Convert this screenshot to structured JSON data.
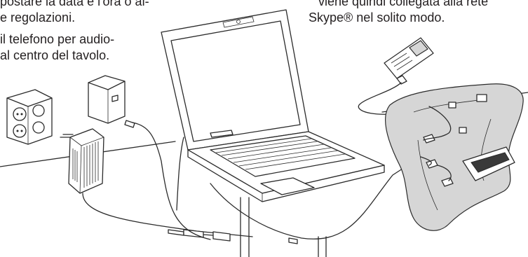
{
  "left_text": {
    "line1": "postare la data e l'ora o al-",
    "line2": "e regolazioni.",
    "line3": "il telefono per audio-",
    "line4": "al centro del tavolo."
  },
  "right_text": {
    "line1": "viene quindi collegata alla rete",
    "line2": "Skype® nel solito modo."
  },
  "laptop": {
    "brand": "",
    "icons": [
      "webcam-icon",
      "keyboard-icon",
      "touchpad-icon"
    ]
  },
  "colors": {
    "line": "#2b2b2b",
    "speakerphone": "#d6d6d6",
    "background": "#ffffff"
  }
}
